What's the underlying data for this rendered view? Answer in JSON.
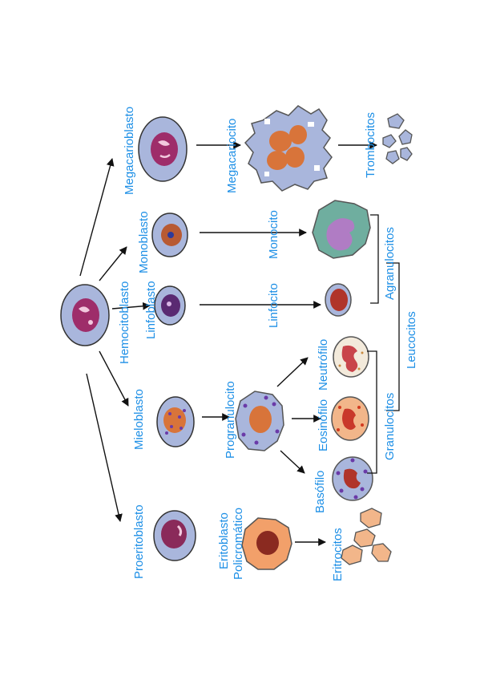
{
  "labels": {
    "hemocitoblasto": "Hemocitoblasto",
    "megacarioblasto": "Megacarioblasto",
    "megacariocito": "Megacariocito",
    "trombocitos": "Trombocitos",
    "monoblasto": "Monoblasto",
    "monocito": "Monocito",
    "linfoblasto": "Linfoblasto",
    "linfocito": "Linfocito",
    "agranulocitos": "Agranulocitos",
    "leucocitos": "Leucocitos",
    "mieloblasto": "Mieloblasto",
    "progranulocito": "Progranulocito",
    "neutrofilo": "Neutrófilo",
    "eosinofilo": "Eosinófilo",
    "basofilo": "Basófilo",
    "granulocitos": "Granulocitos",
    "proeritoblasto": "Proeritoblasto",
    "eritoblasto": "Eritoblasto",
    "policromatico": "Policromático",
    "eritrocitos": "Eritrocitos"
  },
  "colors": {
    "label_text": "#1d8fe6",
    "cell_blue": "#a9b6dc",
    "nucleus_magenta": "#9e2d6a",
    "nucleus_orange": "#d8743a",
    "cell_teal": "#6fae9f",
    "cell_peach": "#f2b68a",
    "cell_pale": "#f3eadb",
    "granule_purple": "#6a3aa8",
    "arrow": "#111111"
  }
}
